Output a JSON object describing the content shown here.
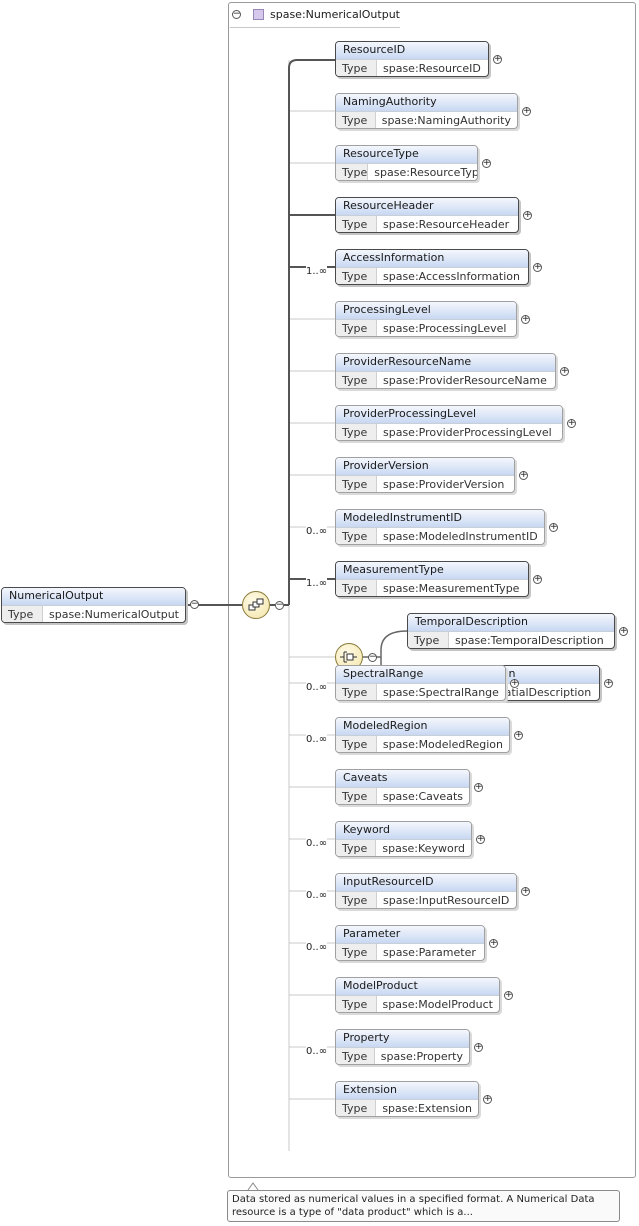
{
  "root": {
    "name": "NumericalOutput",
    "type_label": "Type",
    "type_value": "spase:NumericalOutput"
  },
  "complex_type": {
    "title": "spase:NumericalOutput"
  },
  "sequence_icon": "sequence-compositor-icon",
  "choice_icon": "choice-compositor-icon",
  "elements": [
    {
      "name": "ResourceID",
      "type_label": "Type",
      "type_value": "spase:ResourceID",
      "card": "",
      "required": true
    },
    {
      "name": "NamingAuthority",
      "type_label": "Type",
      "type_value": "spase:NamingAuthority",
      "card": "",
      "required": false
    },
    {
      "name": "ResourceType",
      "type_label": "Type",
      "type_value": "spase:ResourceType",
      "card": "",
      "required": false
    },
    {
      "name": "ResourceHeader",
      "type_label": "Type",
      "type_value": "spase:ResourceHeader",
      "card": "",
      "required": true
    },
    {
      "name": "AccessInformation",
      "type_label": "Type",
      "type_value": "spase:AccessInformation",
      "card": "1..∞",
      "required": true
    },
    {
      "name": "ProcessingLevel",
      "type_label": "Type",
      "type_value": "spase:ProcessingLevel",
      "card": "",
      "required": false
    },
    {
      "name": "ProviderResourceName",
      "type_label": "Type",
      "type_value": "spase:ProviderResourceName",
      "card": "",
      "required": false
    },
    {
      "name": "ProviderProcessingLevel",
      "type_label": "Type",
      "type_value": "spase:ProviderProcessingLevel",
      "card": "",
      "required": false
    },
    {
      "name": "ProviderVersion",
      "type_label": "Type",
      "type_value": "spase:ProviderVersion",
      "card": "",
      "required": false
    },
    {
      "name": "ModeledInstrumentID",
      "type_label": "Type",
      "type_value": "spase:ModeledInstrumentID",
      "card": "0..∞",
      "required": false
    },
    {
      "name": "MeasurementType",
      "type_label": "Type",
      "type_value": "spase:MeasurementType",
      "card": "1..∞",
      "required": true
    },
    {
      "choice": true,
      "options": [
        {
          "name": "TemporalDescription",
          "type_label": "Type",
          "type_value": "spase:TemporalDescription"
        },
        {
          "name": "SpatialDescription",
          "type_label": "Type",
          "type_value": "spase:SpatialDescription"
        }
      ]
    },
    {
      "name": "SpectralRange",
      "type_label": "Type",
      "type_value": "spase:SpectralRange",
      "card": "0..∞",
      "required": false
    },
    {
      "name": "ModeledRegion",
      "type_label": "Type",
      "type_value": "spase:ModeledRegion",
      "card": "0..∞",
      "required": false
    },
    {
      "name": "Caveats",
      "type_label": "Type",
      "type_value": "spase:Caveats",
      "card": "",
      "required": false
    },
    {
      "name": "Keyword",
      "type_label": "Type",
      "type_value": "spase:Keyword",
      "card": "0..∞",
      "required": false
    },
    {
      "name": "InputResourceID",
      "type_label": "Type",
      "type_value": "spase:InputResourceID",
      "card": "0..∞",
      "required": false
    },
    {
      "name": "Parameter",
      "type_label": "Type",
      "type_value": "spase:Parameter",
      "card": "0..∞",
      "required": false
    },
    {
      "name": "ModelProduct",
      "type_label": "Type",
      "type_value": "spase:ModelProduct",
      "card": "",
      "required": false
    },
    {
      "name": "Property",
      "type_label": "Type",
      "type_value": "spase:Property",
      "card": "0..∞",
      "required": false
    },
    {
      "name": "Extension",
      "type_label": "Type",
      "type_value": "spase:Extension",
      "card": "",
      "required": false
    }
  ],
  "annotation": "Data stored as numerical values in a specified format. A Numerical Data resource is a type of \"data product\" which is a..."
}
